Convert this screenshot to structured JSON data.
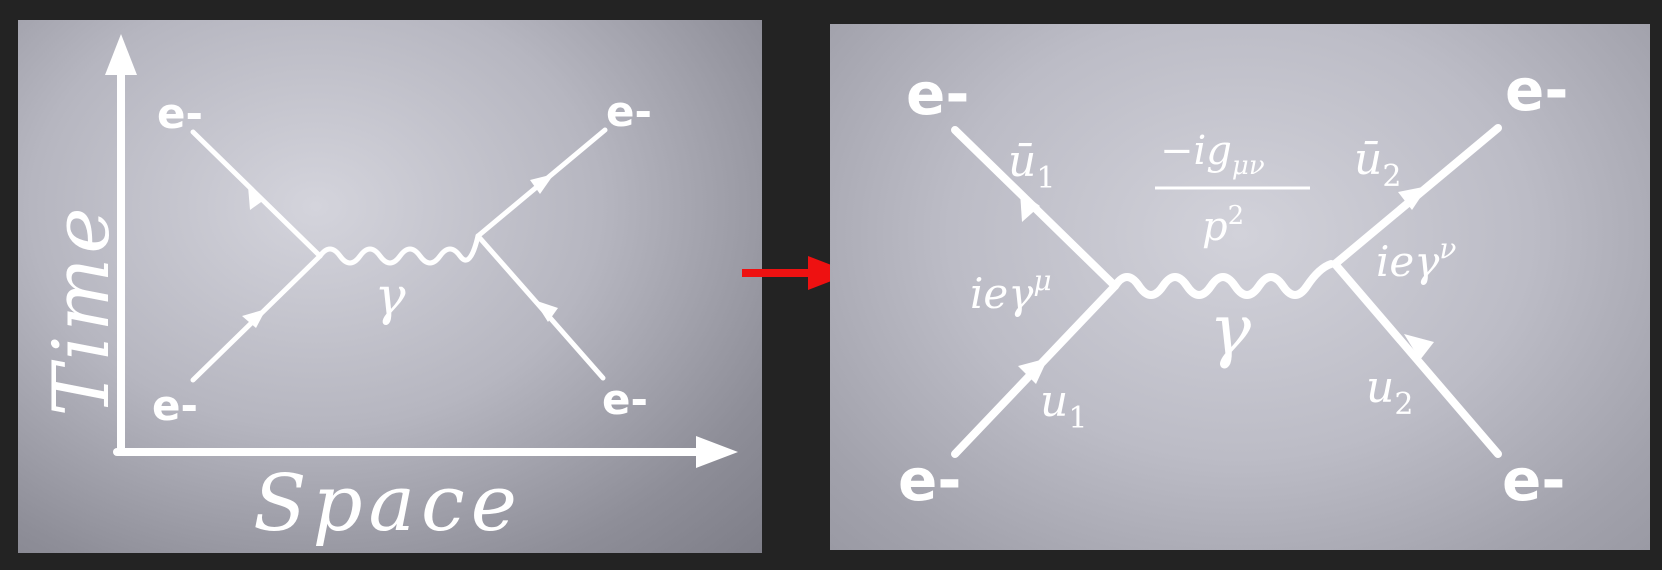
{
  "left": {
    "axis_y_label": "Time",
    "axis_x_label": "Space",
    "particles": {
      "top_left": "e-",
      "top_right": "e-",
      "bottom_left": "e-",
      "bottom_right": "e-"
    },
    "photon": "γ"
  },
  "right": {
    "particles": {
      "top_left": "e-",
      "top_right": "e-",
      "bottom_left": "e-",
      "bottom_right": "e-"
    },
    "photon": "γ",
    "spinors": {
      "ubar1": {
        "base": "ū",
        "sub": "1"
      },
      "ubar2": {
        "base": "ū",
        "sub": "2"
      },
      "u1": {
        "base": "u",
        "sub": "1"
      },
      "u2": {
        "base": "u",
        "sub": "2"
      }
    },
    "vertex_left": {
      "base": "ieγ",
      "sup": "μ"
    },
    "vertex_right": {
      "base": "ieγ",
      "sup": "ν"
    },
    "propagator": {
      "numerator": "−ig",
      "numerator_sub": "μν",
      "denominator": "p",
      "denominator_sup": "2"
    }
  },
  "colors": {
    "line": "#ffffff",
    "arrow": "#ee1111",
    "background": "#232323"
  }
}
